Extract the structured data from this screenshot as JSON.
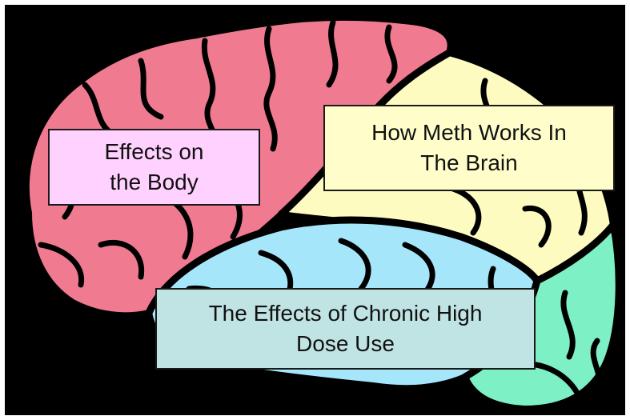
{
  "colors": {
    "background": "#000000",
    "frontal_lobe": "#f07a90",
    "parietal_lobe": "#fdfbc0",
    "temporal_lobe": "#a6e6fb",
    "occipital_lobe": "#7df0c6",
    "outline": "#000000",
    "box_body": "#ffd1ff",
    "box_brain": "#fffecb",
    "box_chronic": "#c0e3e3"
  },
  "boxes": {
    "body": {
      "line1": "Effects on",
      "line2": "the Body"
    },
    "brain": {
      "line1": "How Meth Works In",
      "line2": "The Brain"
    },
    "chronic": {
      "line1": "The Effects of Chronic High",
      "line2": "Dose Use"
    }
  }
}
